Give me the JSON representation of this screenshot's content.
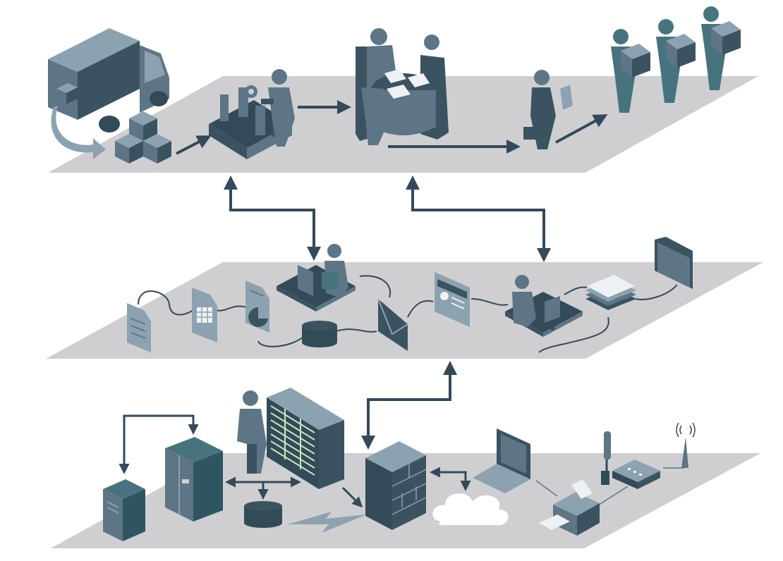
{
  "palette": {
    "plane": "#cfcfd1",
    "slate": "#5d7585",
    "slate_light": "#8da2b0",
    "slate_dark": "#3b5361",
    "teal": "#47737f",
    "teal_dark": "#2f5561",
    "navy": "#334b58",
    "arrow": "#34495a",
    "paper": "#eef1f3",
    "cloud": "#ffffff",
    "green_light": "#c8e6c0"
  },
  "layers": [
    {
      "name": "business-process-layer"
    },
    {
      "name": "information-layer"
    },
    {
      "name": "infrastructure-layer"
    }
  ],
  "icons": {
    "truck": "delivery-truck-icon",
    "boxes": "package-boxes-icon",
    "conveyor": "conveyor-worker-icon",
    "meeting": "meeting-table-icon",
    "salesman": "salesman-icon",
    "customers": "customers-with-boxes-icon",
    "workstation": "computer-workstation-icon",
    "document": "document-icon",
    "spreadsheet": "spreadsheet-icon",
    "pie_report": "pie-chart-report-icon",
    "database": "database-icon",
    "envelope": "envelope-icon",
    "dashboard": "dashboard-report-icon",
    "paper_stack": "paper-stack-icon",
    "folder": "folder-icon",
    "server_small": "server-tower-icon",
    "server_large": "server-cabinet-icon",
    "technician": "technician-icon",
    "server_rack": "server-rack-icon",
    "firewall": "firewall-icon",
    "laptop": "laptop-icon",
    "cloud": "cloud-icon",
    "printer": "printer-icon",
    "telephone": "telephone-icon",
    "fax": "fax-machine-icon",
    "antenna": "antenna-icon",
    "lightning": "lightning-link-icon"
  }
}
